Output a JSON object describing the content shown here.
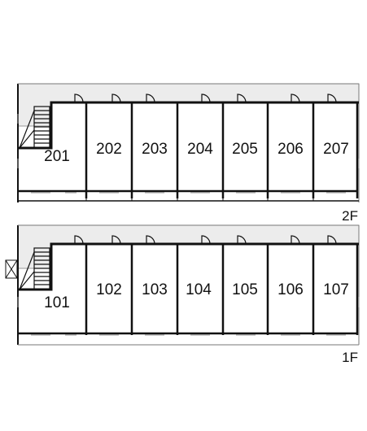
{
  "floors": [
    {
      "label": "2F",
      "rooms": [
        "201",
        "202",
        "203",
        "204",
        "205",
        "206",
        "207"
      ]
    },
    {
      "label": "1F",
      "rooms": [
        "101",
        "102",
        "103",
        "104",
        "105",
        "106",
        "107"
      ]
    }
  ],
  "colors": {
    "wall": "#111111",
    "corridor": "#ececec",
    "thin_line": "#999999",
    "background": "#ffffff"
  }
}
